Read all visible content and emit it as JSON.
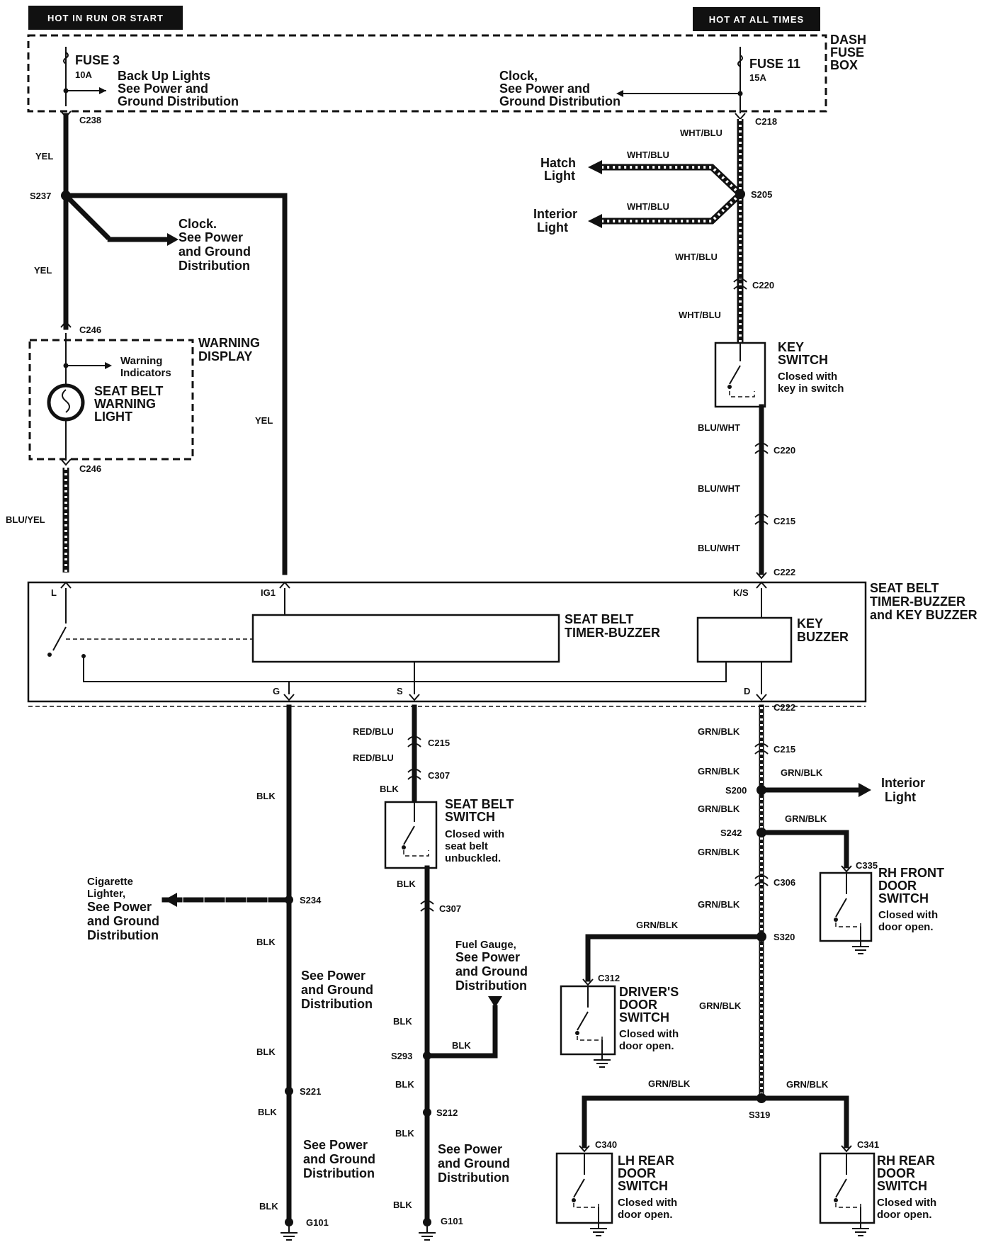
{
  "header": {
    "left_tab": "HOT IN RUN OR START",
    "right_tab": "HOT AT ALL TIMES"
  },
  "fuse_box": {
    "label_line1": "DASH",
    "label_line2": "FUSE",
    "label_line3": "BOX",
    "fuse3": "FUSE 3",
    "fuse3_amp": "10A",
    "fuse11": "FUSE 11",
    "fuse11_amp": "15A",
    "backup_line1": "Back Up Lights",
    "backup_line2": "See Power and",
    "backup_line3": "Ground Distribution",
    "clock_line1": "Clock,",
    "clock_line2": "See Power and",
    "clock_line3": "Ground Distribution"
  },
  "left_circuit": {
    "c238": "C238",
    "yel1": "YEL",
    "s237": "S237",
    "yel2": "YEL",
    "clock2_line1": "Clock.",
    "clock2_line2": "See Power",
    "clock2_line3": "and Ground",
    "clock2_line4": "Distribution",
    "c246a": "C246",
    "c246b": "C246",
    "warning_display_line1": "WARNING",
    "warning_display_line2": "DISPLAY",
    "warning_ind_line1": "Warning",
    "warning_ind_line2": "Indicators",
    "seatbelt_light_line1": "SEAT BELT",
    "seatbelt_light_line2": "WARNING",
    "seatbelt_light_line3": "LIGHT",
    "blu_yel": "BLU/YEL",
    "yel3": "YEL"
  },
  "right_circuit": {
    "c218": "C218",
    "wht_blu1": "WHT/BLU",
    "wht_blu2": "WHT/BLU",
    "wht_blu3": "WHT/BLU",
    "wht_blu4": "WHT/BLU",
    "wht_blu5": "WHT/BLU",
    "hatch_line1": "Hatch",
    "hatch_line2": "Light",
    "interior_line1": "Interior",
    "interior_line2": "Light",
    "s205": "S205",
    "c220a": "C220",
    "key_switch_line1": "KEY",
    "key_switch_line2": "SWITCH",
    "key_switch_note1": "Closed with",
    "key_switch_note2": "key in switch",
    "blu_wht1": "BLU/WHT",
    "c220b": "C220",
    "blu_wht2": "BLU/WHT",
    "c215": "C215",
    "blu_wht3": "BLU/WHT",
    "c222": "C222"
  },
  "module": {
    "title_line1": "SEAT BELT",
    "title_line2": "TIMER-BUZZER",
    "title_line3": "and KEY BUZZER",
    "pin_l": "L",
    "pin_ig1": "IG1",
    "pin_ks": "K/S",
    "pin_g": "G",
    "pin_s": "S",
    "pin_d": "D",
    "timer_line1": "SEAT BELT",
    "timer_line2": "TIMER-BUZZER",
    "key_buzzer_line1": "KEY",
    "key_buzzer_line2": "BUZZER"
  },
  "ground_circuit": {
    "blk1": "BLK",
    "cig_line1": "Cigarette",
    "cig_line2": "Lighter,",
    "cig_line3": "See Power",
    "cig_line4": "and Ground",
    "cig_line5": "Distribution",
    "s234": "S234",
    "blk2": "BLK",
    "spg1_line1": "See Power",
    "spg1_line2": "and Ground",
    "spg1_line3": "Distribution",
    "blk3": "BLK",
    "s221": "S221",
    "blk4": "BLK",
    "spg2_line1": "See Power",
    "spg2_line2": "and Ground",
    "spg2_line3": "Distribution",
    "blk5": "BLK",
    "g101": "G101"
  },
  "seat_circuit": {
    "red_blu1": "RED/BLU",
    "c215": "C215",
    "red_blu2": "RED/BLU",
    "c307a": "C307",
    "blk1": "BLK",
    "switch_line1": "SEAT BELT",
    "switch_line2": "SWITCH",
    "note1": "Closed with",
    "note2": "seat belt",
    "note3": "unbuckled.",
    "blk2": "BLK",
    "c307b": "C307",
    "fuel_line1": "Fuel Gauge,",
    "fuel_line2": "See Power",
    "fuel_line3": "and Ground",
    "fuel_line4": "Distribution",
    "blk3": "BLK",
    "blk_branch": "BLK",
    "s293": "S293",
    "blk4": "BLK",
    "s212": "S212",
    "blk5": "BLK",
    "spg_line1": "See Power",
    "spg_line2": "and Ground",
    "spg_line3": "Distribution",
    "blk6": "BLK",
    "g101": "G101"
  },
  "door_circuit": {
    "c222": "C222",
    "grn_blk1": "GRN/BLK",
    "c215": "C215",
    "grn_blk2": "GRN/BLK",
    "grn_blk_int": "GRN/BLK",
    "s200": "S200",
    "interior_line1": "Interior",
    "interior_line2": "Light",
    "grn_blk3": "GRN/BLK",
    "grn_blk_rh": "GRN/BLK",
    "s242": "S242",
    "c335": "C335",
    "rhf_line1": "RH FRONT",
    "rhf_line2": "DOOR",
    "rhf_line3": "SWITCH",
    "rhf_note1": "Closed with",
    "rhf_note2": "door open.",
    "grn_blk4": "GRN/BLK",
    "c306": "C306",
    "grn_blk5": "GRN/BLK",
    "grn_blk_drv": "GRN/BLK",
    "s320": "S320",
    "c312": "C312",
    "drv_line1": "DRIVER'S",
    "drv_line2": "DOOR",
    "drv_line3": "SWITCH",
    "drv_note1": "Closed with",
    "drv_note2": "door open.",
    "grn_blk6": "GRN/BLK",
    "grn_blk_lh": "GRN/BLK",
    "grn_blk_rhr": "GRN/BLK",
    "s319": "S319",
    "c340": "C340",
    "lhr_line1": "LH REAR",
    "lhr_line2": "DOOR",
    "lhr_line3": "SWITCH",
    "lhr_note1": "Closed with",
    "lhr_note2": "door open.",
    "c341": "C341",
    "rhr_line1": "RH REAR",
    "rhr_line2": "DOOR",
    "rhr_line3": "SWITCH",
    "rhr_note1": "Closed with",
    "rhr_note2": "door open."
  }
}
